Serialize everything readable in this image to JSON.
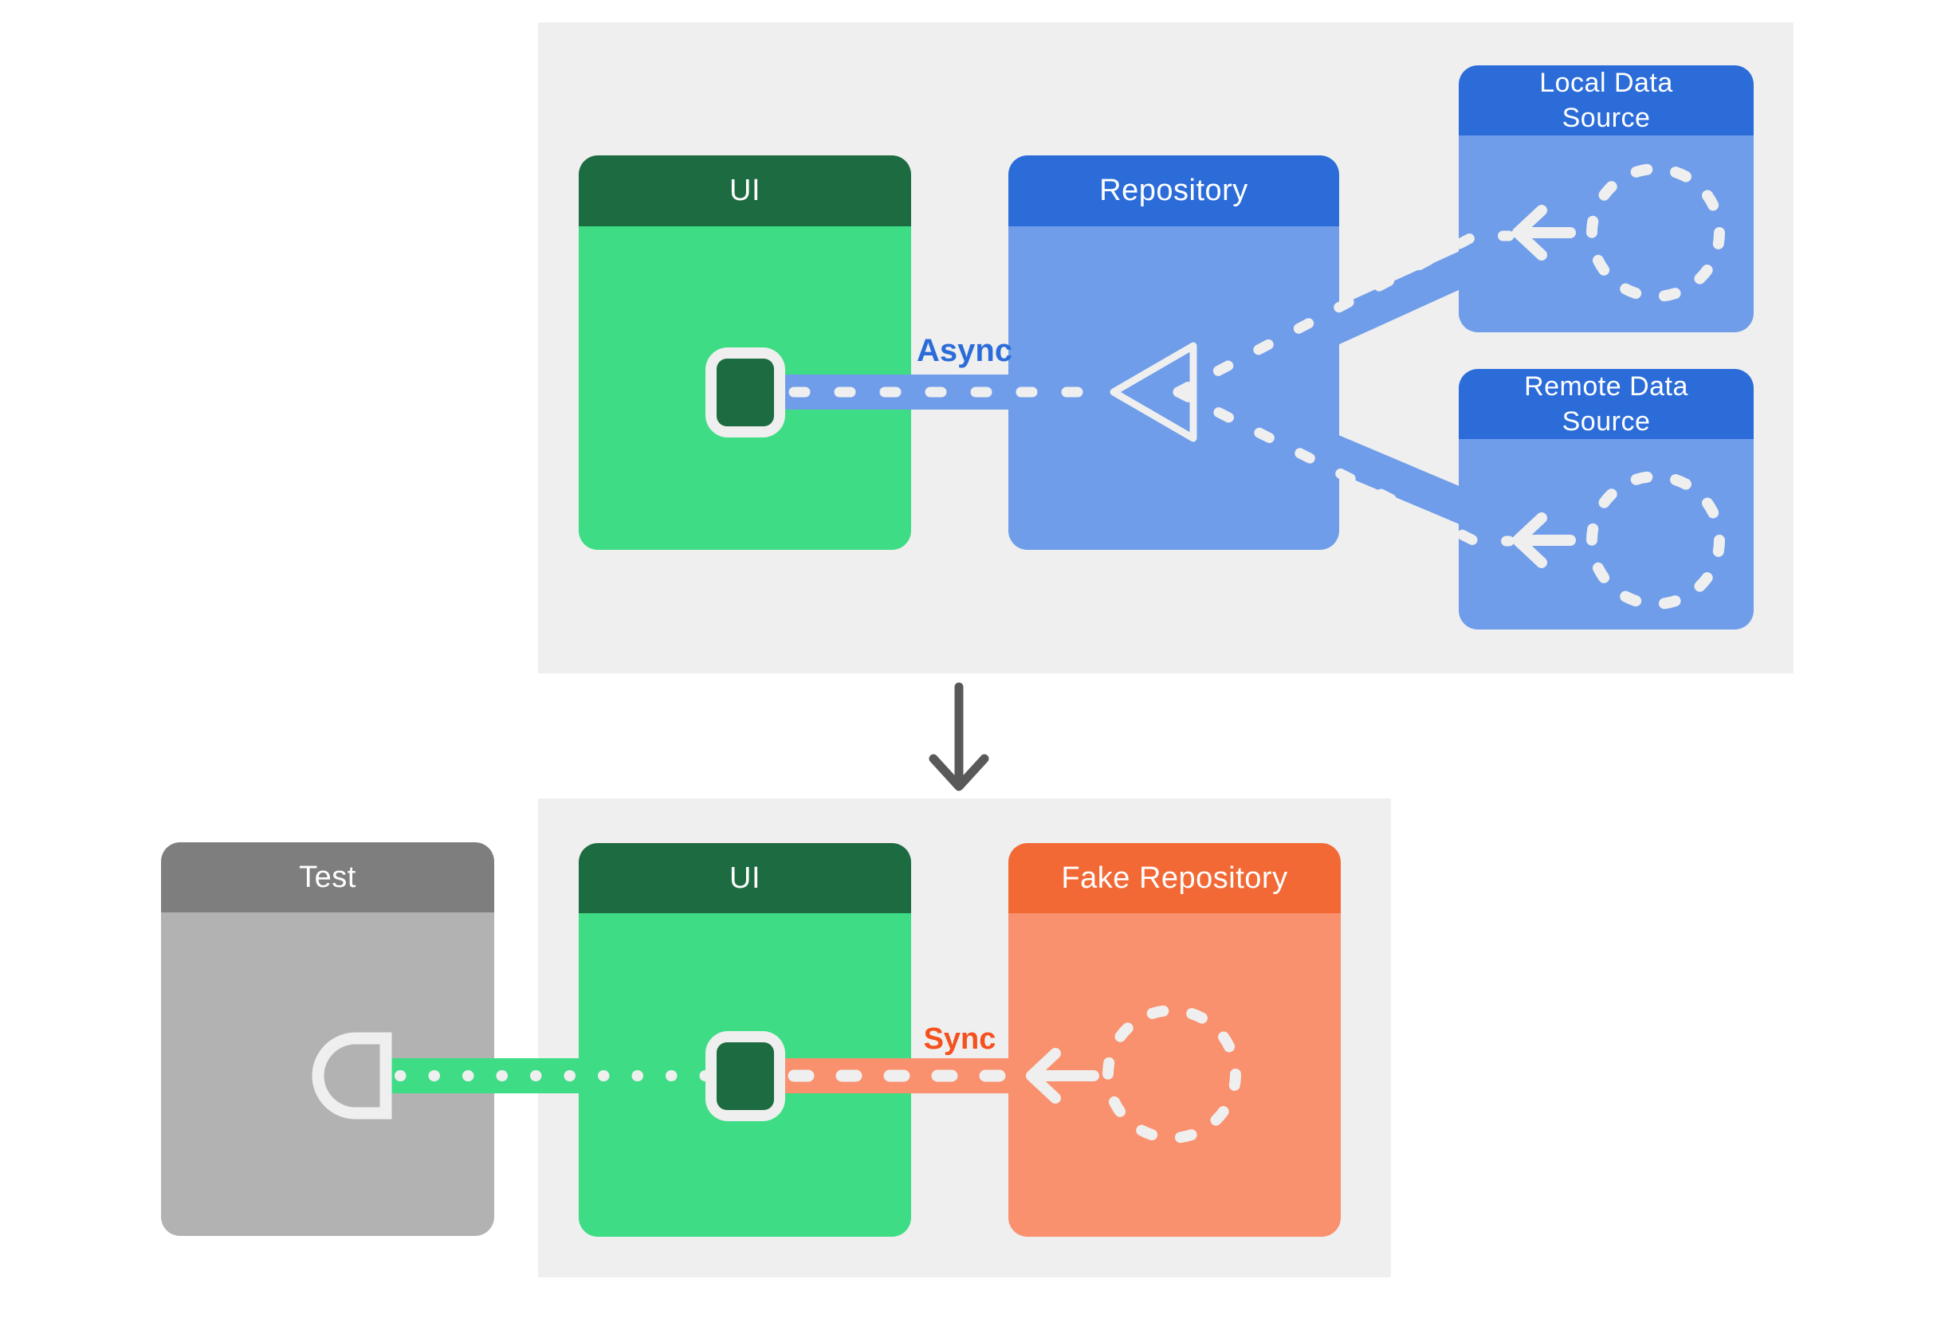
{
  "sections": {
    "top": {
      "connection_label": "Async",
      "cards": {
        "ui": {
          "title": "UI"
        },
        "repository": {
          "title": "Repository"
        },
        "local_data_source": {
          "title": "Local Data Source"
        },
        "remote_data_source": {
          "title": "Remote Data Source"
        }
      }
    },
    "bottom": {
      "connection_label": "Sync",
      "cards": {
        "test": {
          "title": "Test"
        },
        "ui": {
          "title": "UI"
        },
        "fake_repository": {
          "title": "Fake Repository"
        }
      }
    }
  },
  "icons": {
    "triangle_connector": "open left-pointing triangle port on repository",
    "ui_component_square": "rounded square port on UI",
    "test_socket": "D-shaped socket on test",
    "dashed_circle": "dashed circle placeholder for data source implementation",
    "left_arrow": "arrow pointing left showing data flow",
    "down_arrow": "arrow from production diagram to test diagram"
  },
  "colors": {
    "page_bg": "#ffffff",
    "panel_bg": "#efefef",
    "green_header": "#1d6b40",
    "green_body": "#3edc84",
    "blue_header": "#2b6cd9",
    "blue_body": "#6f9dea",
    "orange_header": "#f26936",
    "orange_body": "#f9906e",
    "gray_header": "#7e7e7e",
    "gray_body": "#b2b2b2",
    "stroke_light": "#efefef",
    "title_text": "#ffffff",
    "async_label": "#2b6cd9",
    "sync_label": "#f4511e",
    "down_arrow": "#595959"
  }
}
